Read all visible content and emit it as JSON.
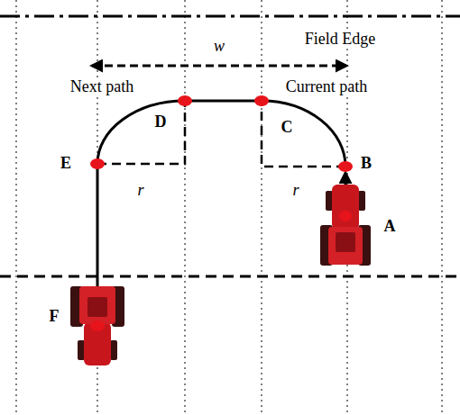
{
  "diagram": {
    "labels": [
      "Field Edge",
      "w",
      "Next path",
      "Current path",
      "D",
      "C",
      "E",
      "B",
      "r",
      "r",
      "A",
      "F"
    ]
  }
}
